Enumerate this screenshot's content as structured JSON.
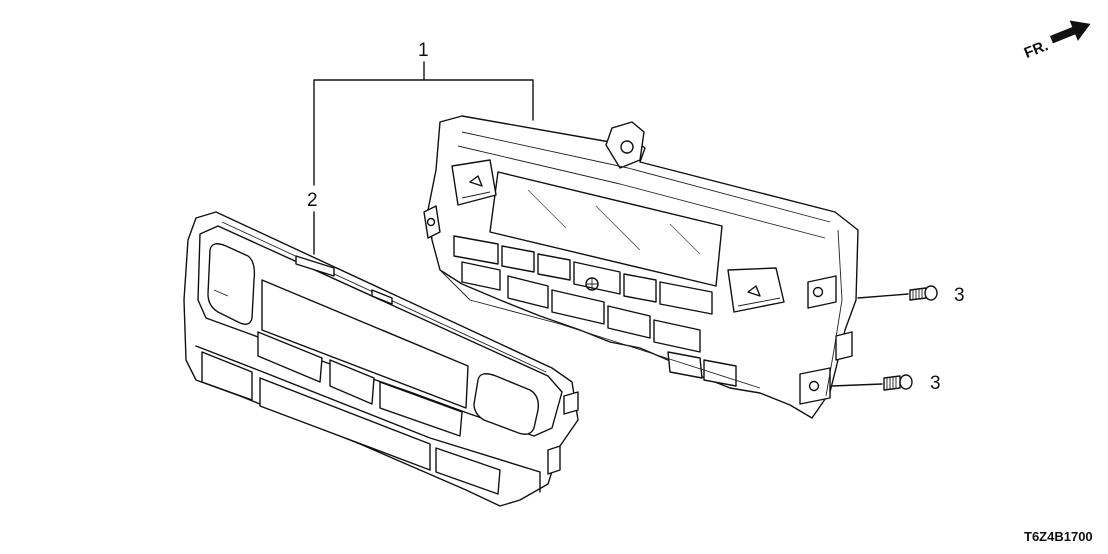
{
  "diagram": {
    "callouts": {
      "assembly": "1",
      "bezel": "2",
      "screw_upper": "3",
      "screw_lower": "3"
    },
    "direction_label": "FR.",
    "part_code": "T6Z4B1700"
  }
}
